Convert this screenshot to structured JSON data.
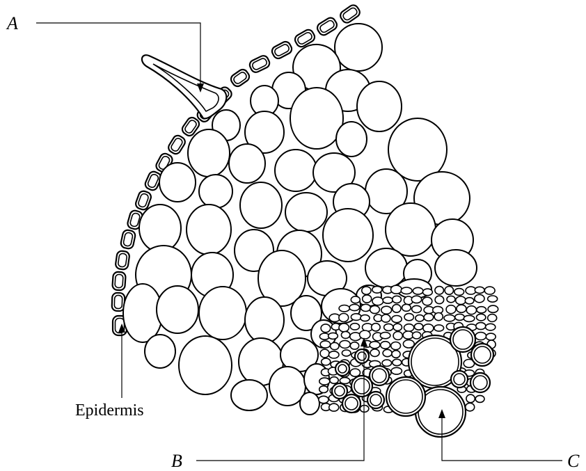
{
  "figure": {
    "labels": {
      "a": "A",
      "b": "B",
      "c": "C",
      "epidermis": "Epidermis"
    }
  }
}
